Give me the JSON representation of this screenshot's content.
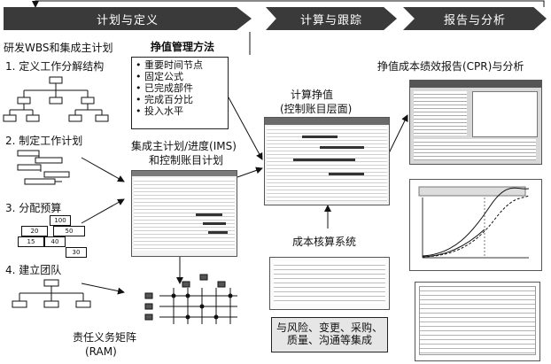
{
  "phases": [
    {
      "label": "计划与定义"
    },
    {
      "label": "计算与跟踪"
    },
    {
      "label": "报告与分析"
    }
  ],
  "plan": {
    "title": "研发WBS和集成主计划",
    "steps": [
      "1. 定义工作分解结构",
      "2. 制定工作计划",
      "3. 分配预算",
      "4. 建立团队"
    ],
    "budget_numbers": [
      "100",
      "20",
      "50",
      "15",
      "40",
      "30"
    ]
  },
  "methods": {
    "title": "挣值管理方法",
    "items": [
      "重要时间节点",
      "固定公式",
      "已完成部件",
      "完成百分比",
      "投入水平"
    ]
  },
  "ims": {
    "line1": "集成主计划/进度(IMS)",
    "line2": "和控制账目计划"
  },
  "ram": {
    "line1": "责任义务矩阵",
    "line2": "(RAM)"
  },
  "ev": {
    "line1": "计算挣值",
    "line2": "(控制账目层面)"
  },
  "cost_system": {
    "label": "成本核算系统"
  },
  "integration": {
    "line1": "与风险、变更、采购、",
    "line2": "质量、沟通等集成"
  },
  "report": {
    "title": "挣值成本绩效报告(CPR)与分析"
  },
  "colors": {
    "phase": "#3a3a3a",
    "arrow": "#111111"
  }
}
